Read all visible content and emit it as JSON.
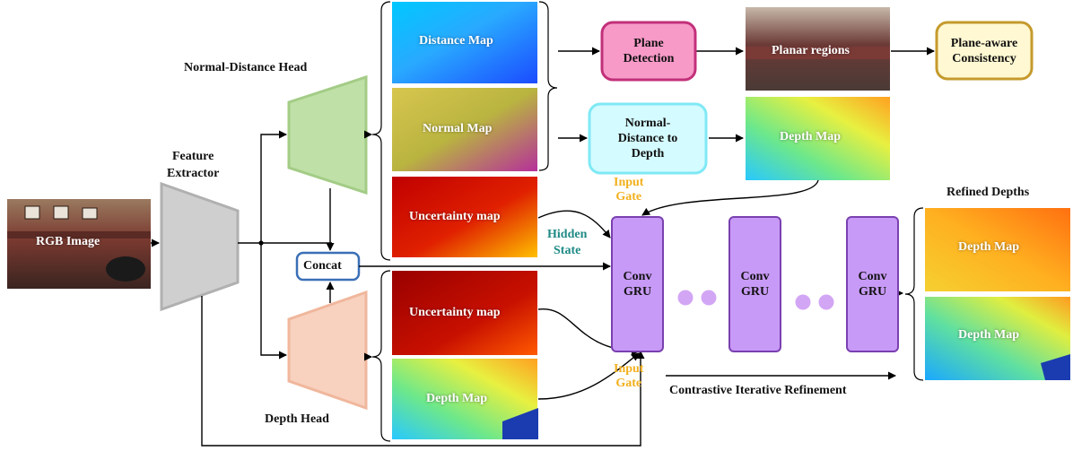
{
  "rgb_image_label": "RGB Image",
  "feature_extractor_label": "Feature\nExtractor",
  "normal_distance_head_label": "Normal-Distance Head",
  "depth_head_label": "Depth Head",
  "concat_label": "Concat",
  "maps": {
    "distance_map": "Distance Map",
    "normal_map": "Normal Map",
    "uncertainty_map_top": "Uncertainty map",
    "uncertainty_map_bottom": "Uncertainty map",
    "depth_map_bottom": "Depth Map",
    "depth_map_nd": "Depth Map"
  },
  "plane_detection_label": "Plane\nDetection",
  "planar_regions_label": "Planar regions",
  "plane_aware_consistency_label": "Plane-aware\nConsistency",
  "normal_distance_to_depth_label": "Normal-\nDistance to\nDepth",
  "input_gate_top": "Input\nGate",
  "input_gate_bottom": "Input\nGate",
  "hidden_state_label": "Hidden\nState",
  "conv_gru_label": "Conv\nGRU",
  "contrastive_label": "Contrastive Iterative Refinement",
  "refined_depths_label": "Refined Depths",
  "refined_maps": [
    "Depth Map",
    "Depth Map"
  ],
  "colors": {
    "pink_box": "#f79ac8",
    "pink_border": "#c2307a",
    "cyan_box": "#d4fbff",
    "cyan_border": "#7fe9f5",
    "gold_box": "#fff8d2",
    "gold_border": "#c59a2c",
    "gru_fill": "#c89af7",
    "gru_border": "#7a40b0",
    "green_trap": "#bfe0a6",
    "peach_trap": "#f8d1bf",
    "gray_trap": "#cfcfcf",
    "concat_border": "#3a6fb6",
    "gold_text": "#f2b01e",
    "teal_text": "#1f8a85"
  }
}
